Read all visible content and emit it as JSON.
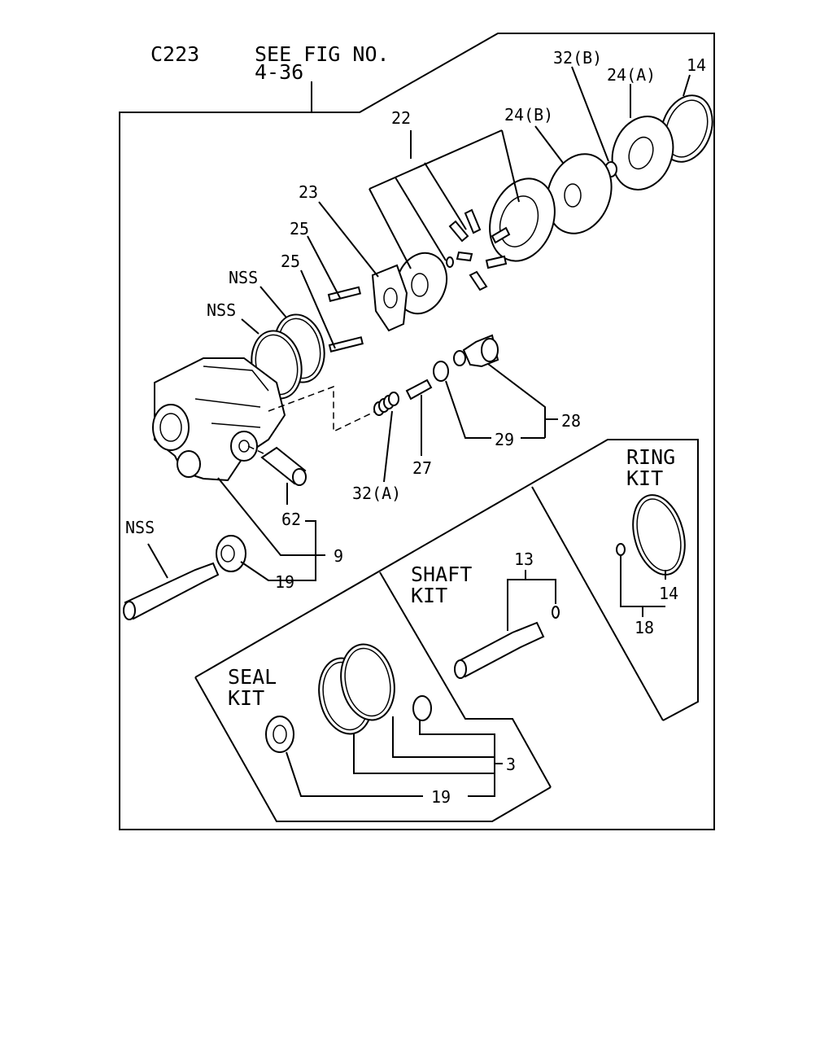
{
  "header": {
    "code": "C223",
    "see_fig_line1": "SEE FIG NO.",
    "see_fig_line2": "4-36"
  },
  "kits": {
    "ring_line1": "RING",
    "ring_line2": "KIT",
    "shaft_line1": "SHAFT",
    "shaft_line2": "KIT",
    "seal_line1": "SEAL",
    "seal_line2": "KIT"
  },
  "callouts": {
    "c32b": "32(B)",
    "c24a": "24(A)",
    "c14_top": "14",
    "c24b": "24(B)",
    "c22": "22",
    "c23": "23",
    "c25_a": "25",
    "c25_b": "25",
    "nss_1": "NSS",
    "nss_2": "NSS",
    "nss_3": "NSS",
    "c28": "28",
    "c29": "29",
    "c27": "27",
    "c32a": "32(A)",
    "c62": "62",
    "c9": "9",
    "c19_left": "19",
    "c13": "13",
    "c14_ring": "14",
    "c18": "18",
    "c3": "3",
    "c19_seal": "19"
  }
}
